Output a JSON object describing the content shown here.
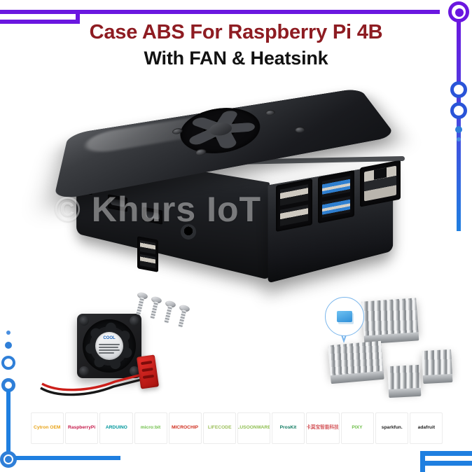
{
  "title": {
    "line1": "Case ABS For Raspberry Pi 4B",
    "line2": "With FAN & Heatsink",
    "color_line1": "#8e1c22",
    "color_line2": "#121212"
  },
  "watermark": {
    "text": "© Khurs IoT"
  },
  "product": {
    "name": "Black ABS case for Raspberry Pi 4B",
    "lid_icon": "fan-vent-cutout",
    "ports": [
      {
        "name": "micro-hdmi-port-1",
        "type": "micro-hdmi"
      },
      {
        "name": "micro-hdmi-port-2",
        "type": "micro-hdmi"
      },
      {
        "name": "audio-jack-port",
        "type": "3.5mm-audio"
      },
      {
        "name": "usb2-port-stack",
        "type": "usb-2.0",
        "color": "#cfcac1"
      },
      {
        "name": "usb3-port-stack",
        "type": "usb-3.0",
        "color": "#2f7fd0"
      },
      {
        "name": "ethernet-port",
        "type": "rj45"
      }
    ]
  },
  "accessories": {
    "fan": {
      "label_brand": "COOL",
      "connector": "JST red 2-pin",
      "size": "30mm"
    },
    "screws": {
      "count": 4,
      "material": "steel"
    },
    "heatsinks": {
      "count": 4,
      "material": "aluminium"
    },
    "thermal_pad": {
      "label": "thermal-pad",
      "color": "#2f8fd8"
    }
  },
  "decor": {
    "purple": "#6a17e0",
    "blue": "#1f7fe0"
  },
  "logos": [
    {
      "name": "cytron-oem",
      "text": "Cytron\nOEM",
      "color": "#e8a317"
    },
    {
      "name": "raspberry-pi",
      "text": "RaspberryPi",
      "color": "#c51a4a"
    },
    {
      "name": "arduino",
      "text": "ARDUINO",
      "color": "#00979c"
    },
    {
      "name": "micro-bit",
      "text": "micro:bit",
      "color": "#6fbf4a"
    },
    {
      "name": "microchip",
      "text": "MICROCHIP",
      "color": "#d03020"
    },
    {
      "name": "lifecode",
      "text": "LIFECODE",
      "color": "#9bbf5a"
    },
    {
      "name": "lusoonwear",
      "text": "LUSOONWARE",
      "color": "#8fbf52"
    },
    {
      "name": "proskit",
      "text": "ProsKit",
      "color": "#0e7a5f"
    },
    {
      "name": "cn-partner",
      "text": "卡莫宝智能科技",
      "color": "#d4585c"
    },
    {
      "name": "pixy",
      "text": "PIXY",
      "color": "#6fbf4a"
    },
    {
      "name": "sparkfun",
      "text": "sparkfun.",
      "color": "#222222"
    },
    {
      "name": "adafruit",
      "text": "adafruit",
      "color": "#1b1b1b"
    }
  ]
}
